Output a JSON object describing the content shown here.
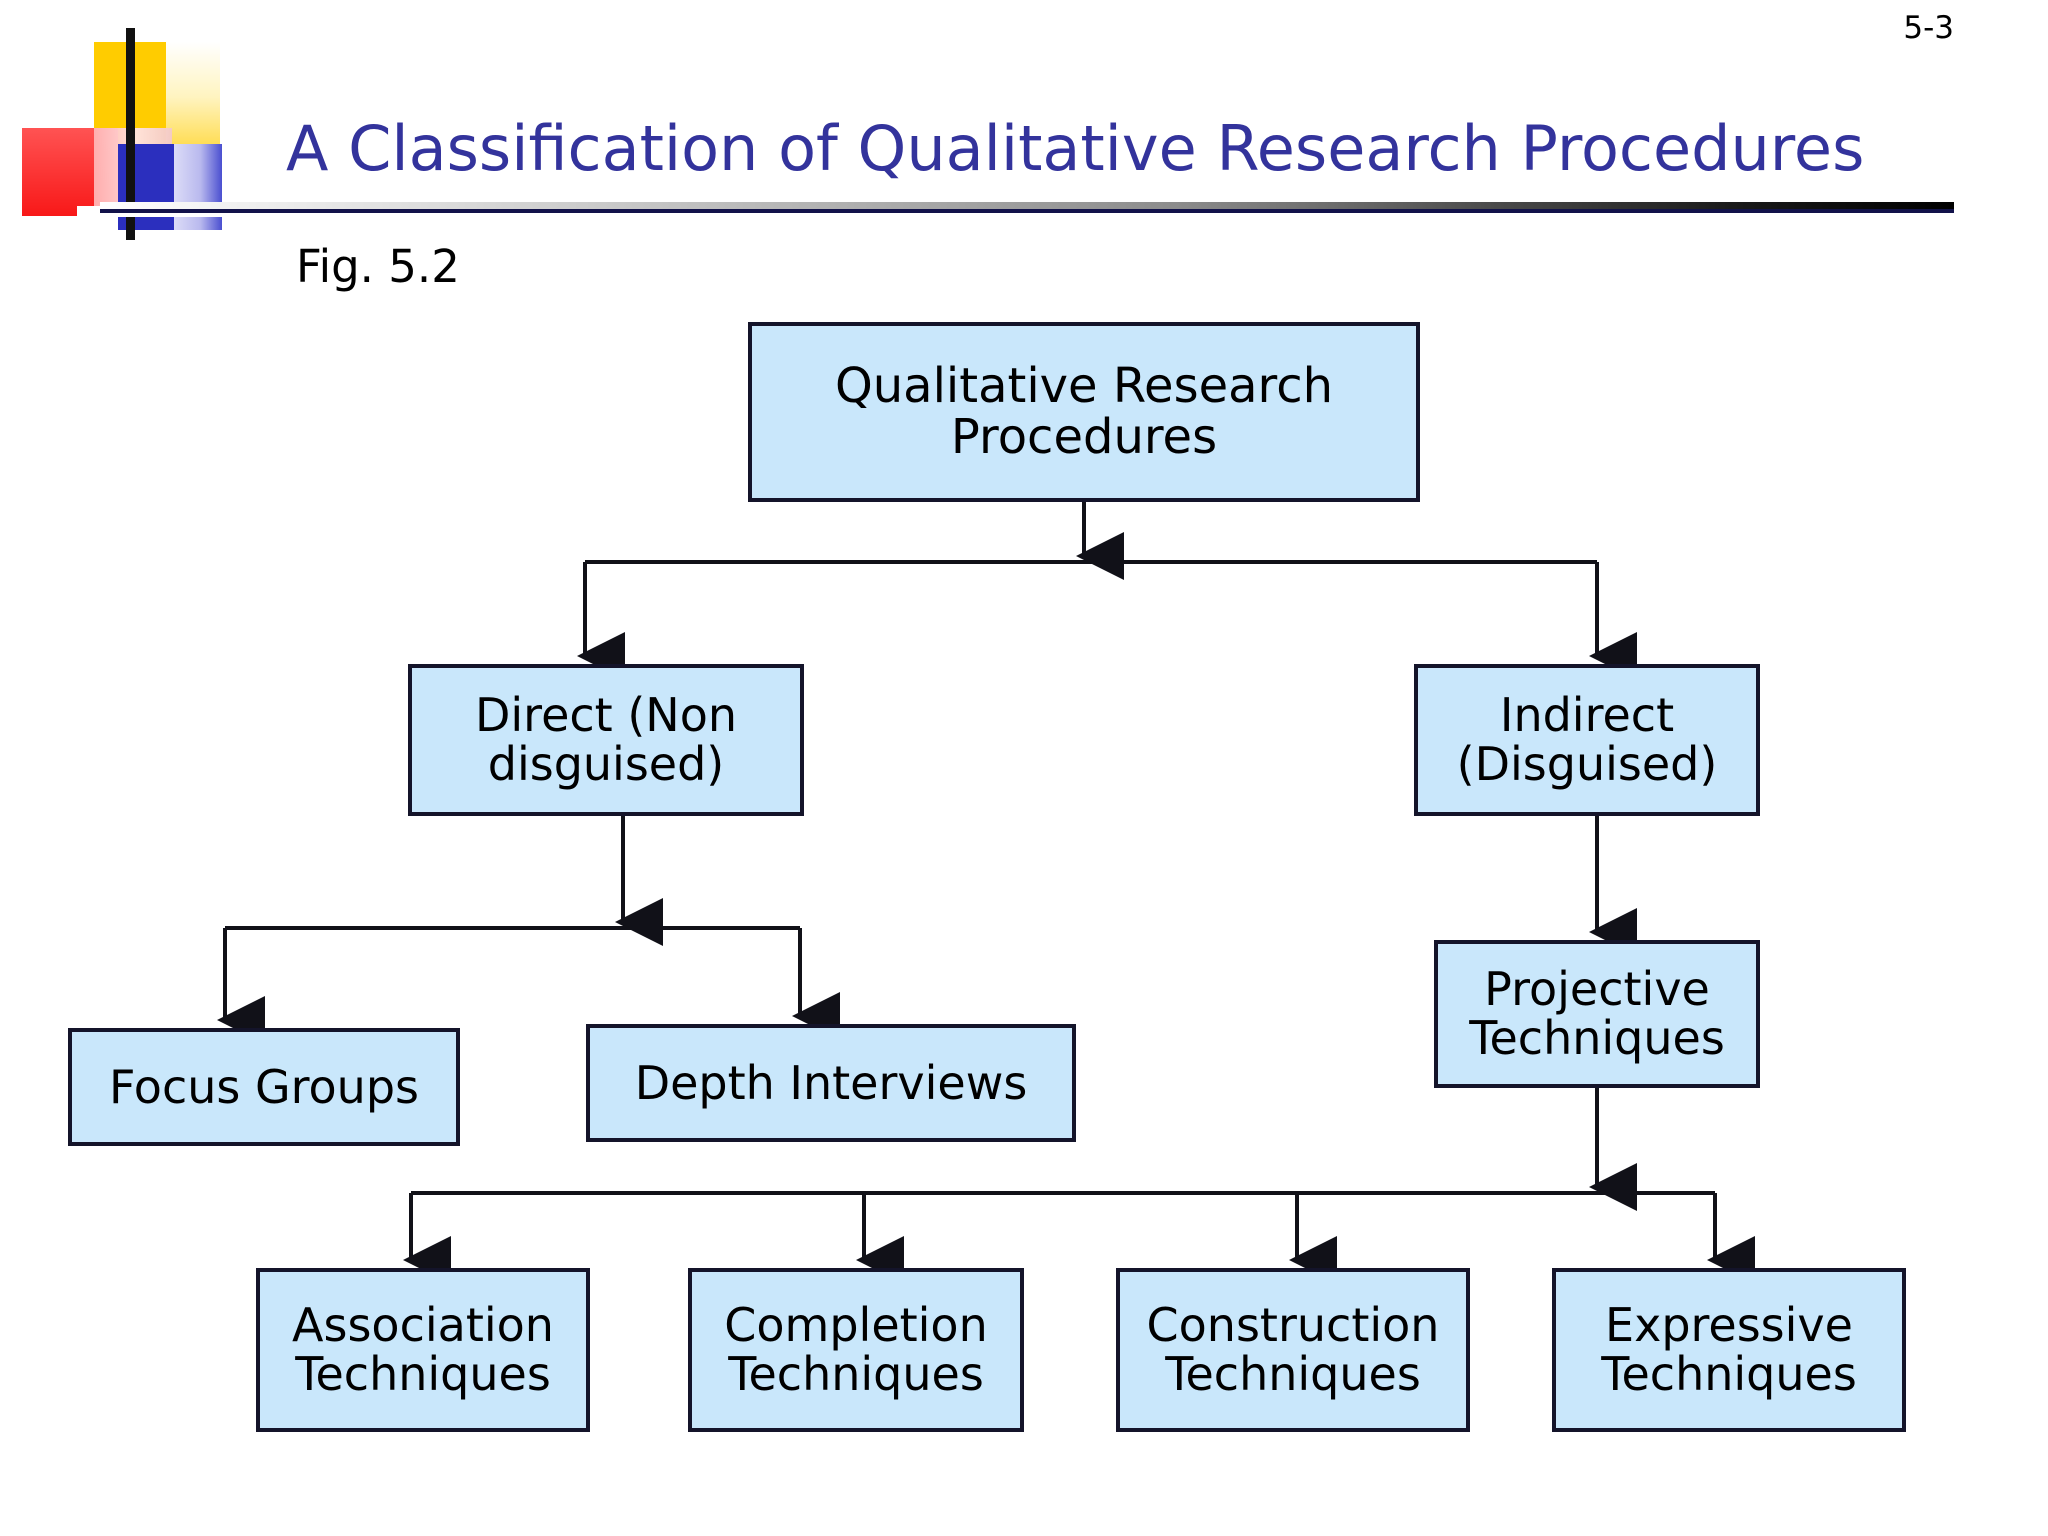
{
  "slide": {
    "page_number": "5-3",
    "title": "A Classification of Qualitative Research Procedures",
    "figure_label": "Fig. 5.2",
    "title_color": "#33339c",
    "node_fill": "#c9e7fb",
    "node_border": "#14142a"
  },
  "chart_data": {
    "type": "diagram",
    "title": "A Classification of Qualitative Research Procedures",
    "nodes": [
      {
        "id": "root",
        "label": "Qualitative Research Procedures",
        "level": 0
      },
      {
        "id": "direct",
        "label": "Direct (Non disguised)",
        "level": 1
      },
      {
        "id": "indirect",
        "label": "Indirect (Disguised)",
        "level": 1
      },
      {
        "id": "focus",
        "label": "Focus Groups",
        "level": 2
      },
      {
        "id": "depth",
        "label": "Depth Interviews",
        "level": 2
      },
      {
        "id": "projective",
        "label": "Projective Techniques",
        "level": 2
      },
      {
        "id": "association",
        "label": "Association Techniques",
        "level": 3
      },
      {
        "id": "completion",
        "label": "Completion Techniques",
        "level": 3
      },
      {
        "id": "construction",
        "label": "Construction Techniques",
        "level": 3
      },
      {
        "id": "expressive",
        "label": "Expressive Techniques",
        "level": 3
      }
    ],
    "edges": [
      {
        "from": "root",
        "to": "direct"
      },
      {
        "from": "root",
        "to": "indirect"
      },
      {
        "from": "direct",
        "to": "focus"
      },
      {
        "from": "direct",
        "to": "depth"
      },
      {
        "from": "indirect",
        "to": "projective"
      },
      {
        "from": "projective",
        "to": "association"
      },
      {
        "from": "projective",
        "to": "completion"
      },
      {
        "from": "projective",
        "to": "construction"
      },
      {
        "from": "projective",
        "to": "expressive"
      }
    ]
  },
  "nodes": {
    "root_line1": "Qualitative Research",
    "root_line2": "Procedures",
    "direct_line1": "Direct (Non",
    "direct_line2": "disguised)",
    "indirect_line1": "Indirect",
    "indirect_line2": "(Disguised)",
    "focus": "Focus Groups",
    "depth": "Depth Interviews",
    "projective_line1": "Projective",
    "projective_line2": "Techniques",
    "association_line1": "Association",
    "association_line2": "Techniques",
    "completion_line1": "Completion",
    "completion_line2": "Techniques",
    "construction_line1": "Construction",
    "construction_line2": "Techniques",
    "expressive_line1": "Expressive",
    "expressive_line2": "Techniques"
  }
}
